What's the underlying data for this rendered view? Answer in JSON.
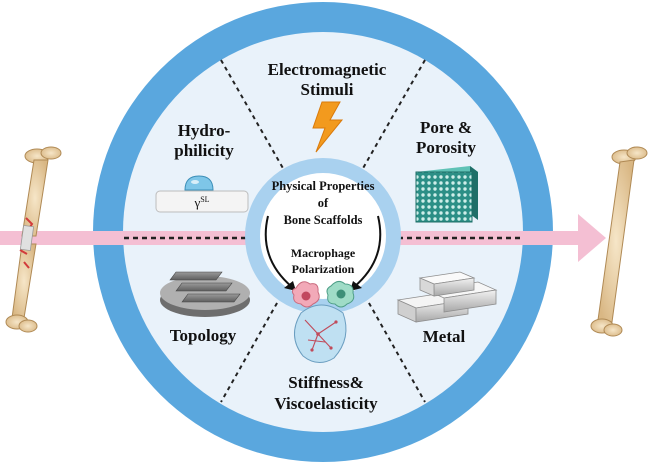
{
  "sectors": {
    "electromagnetic": [
      "Electromagnetic",
      "Stimuli"
    ],
    "hydrophilicity": [
      "Hydro-",
      "philicity"
    ],
    "pore": [
      "Pore &",
      "Porosity"
    ],
    "topology": "Topology",
    "metal": "Metal",
    "stiffness": [
      "Stiffness&",
      "Viscoelasticity"
    ]
  },
  "center": {
    "title": [
      "Physical Properties",
      "of",
      "Bone Scaffolds"
    ],
    "subtitle": [
      "Macrophage",
      "Polarization"
    ]
  },
  "contact_angle_label": "γ",
  "contact_angle_sup": "SL",
  "colors": {
    "outer_ring": "#5aa7de",
    "inner_disc": "#e9f2fa",
    "center_ring": "#a9d1ef",
    "center_core": "#ffffff",
    "arrow": "#f4bfd3",
    "bolt": "#f29a1e"
  }
}
